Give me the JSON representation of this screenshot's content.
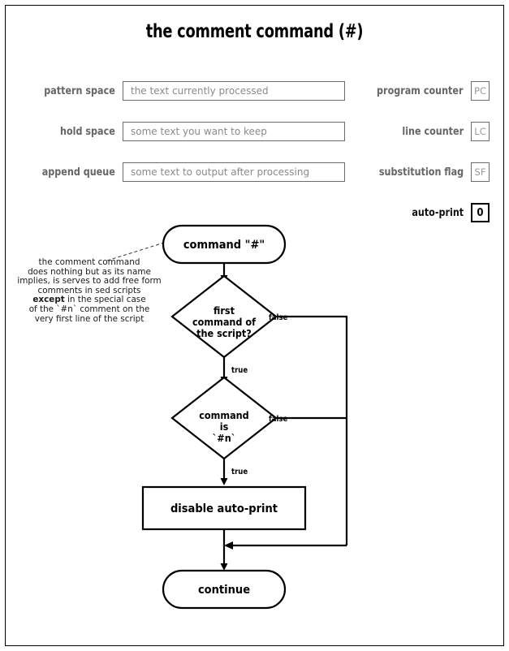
{
  "title": "the comment command (#)",
  "state_panel": {
    "left_fields": [
      {
        "label": "pattern space",
        "value": "the text currently processed",
        "name": "pattern-space"
      },
      {
        "label": "hold space",
        "value": "some text you want to keep",
        "name": "hold-space"
      },
      {
        "label": "append queue",
        "value": "some text to output after processing",
        "name": "append-queue"
      }
    ],
    "right_fields": [
      {
        "label": "program counter",
        "value": "PC",
        "active": false,
        "name": "program-counter"
      },
      {
        "label": "line counter",
        "value": "LC",
        "active": false,
        "name": "line-counter"
      },
      {
        "label": "substitution flag",
        "value": "SF",
        "active": false,
        "name": "substitution-flag"
      },
      {
        "label": "auto-print",
        "value": "0",
        "active": true,
        "name": "auto-print"
      }
    ]
  },
  "annotation": {
    "lines": [
      "the comment command",
      "does nothing but as its name",
      "implies, is serves to add free form",
      "comments in sed scripts"
    ],
    "emphasis": "except",
    "after_emphasis": " in the special case",
    "tail_lines": [
      "of the `#n` comment on the",
      "very first line of the script"
    ]
  },
  "flowchart": {
    "type": "flowchart",
    "nodes": [
      {
        "id": "start",
        "shape": "terminator",
        "label": "command \"#\""
      },
      {
        "id": "dec1",
        "shape": "decision",
        "label_lines": [
          "first",
          "command of",
          "the script?"
        ]
      },
      {
        "id": "dec2",
        "shape": "decision",
        "label_lines": [
          "command",
          "is",
          "`#n`"
        ]
      },
      {
        "id": "proc1",
        "shape": "process",
        "label": "disable auto-print"
      },
      {
        "id": "end",
        "shape": "terminator",
        "label": "continue"
      }
    ],
    "edges": [
      {
        "from": "start",
        "to": "dec1",
        "label": ""
      },
      {
        "from": "dec1",
        "to": "dec2",
        "label": "true"
      },
      {
        "from": "dec1",
        "to": "merge",
        "label": "false"
      },
      {
        "from": "dec2",
        "to": "proc1",
        "label": "true"
      },
      {
        "from": "dec2",
        "to": "merge",
        "label": "false"
      },
      {
        "from": "proc1",
        "to": "end",
        "label": ""
      }
    ],
    "labels": {
      "true": "true",
      "false": "false"
    }
  },
  "colors": {
    "ink": "#000000",
    "label_gray": "#666666",
    "placeholder_gray": "#8a8a8a",
    "box_border_gray": "#6b6b6b",
    "page_bg": "#ffffff"
  }
}
